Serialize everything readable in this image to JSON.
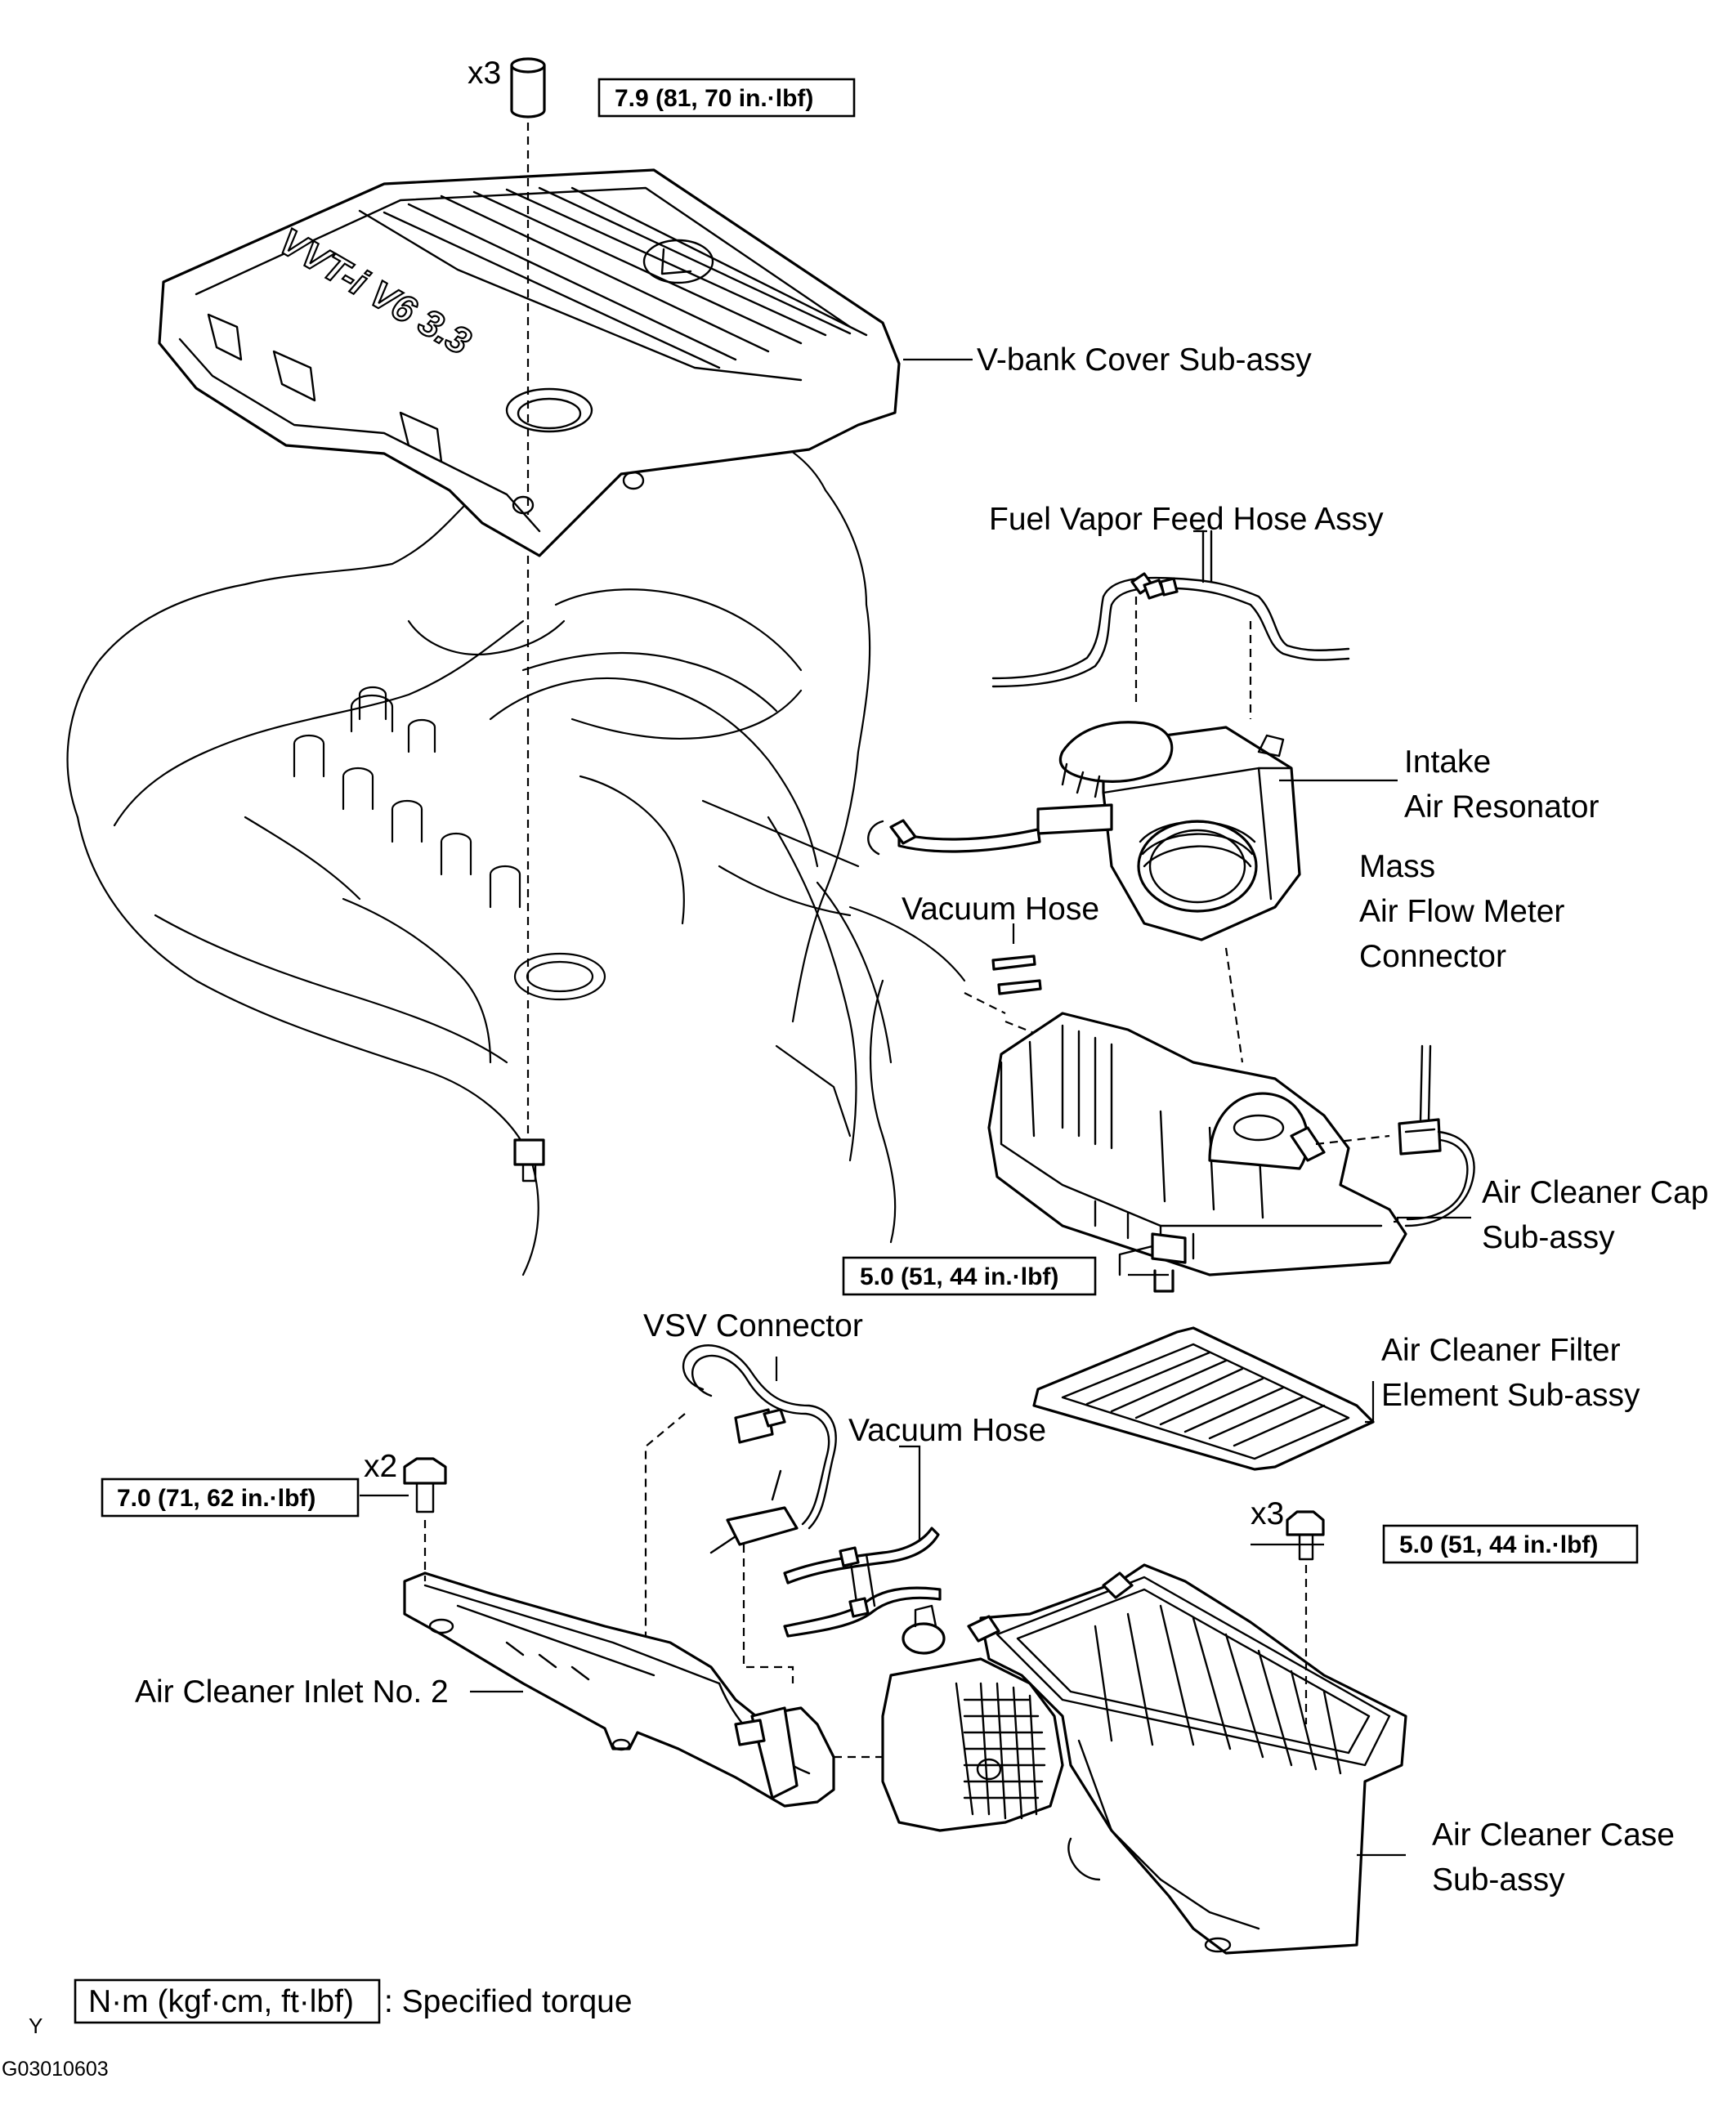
{
  "torque_specs": {
    "top_cover": {
      "qty": "x3",
      "value": "7.9 (81, 70 in.·lbf)"
    },
    "air_cleaner_cap": {
      "value": "5.0 (51, 44 in.·lbf)"
    },
    "inlet": {
      "qty": "x2",
      "value": "7.0 (71, 62 in.·lbf)"
    },
    "case": {
      "qty": "x3",
      "value": "5.0 (51, 44 in.·lbf)"
    }
  },
  "labels": {
    "v_bank_cover": "V-bank  Cover  Sub-assy",
    "fuel_vapor_hose": "Fuel Vapor Feed Hose Assy",
    "intake_resonator": [
      "Intake",
      "Air Resonator"
    ],
    "mass_air_flow": [
      "Mass",
      "Air Flow Meter",
      "Connector"
    ],
    "vacuum_hose_1": "Vacuum Hose",
    "air_cleaner_cap": [
      "Air Cleaner Cap",
      "Sub-assy"
    ],
    "vsv_connector": "VSV Connector",
    "air_cleaner_filter": [
      "Air Cleaner Filter",
      "Element  Sub-assy"
    ],
    "vacuum_hose_2": "Vacuum Hose",
    "air_cleaner_inlet": "Air Cleaner Inlet No. 2",
    "air_cleaner_case": [
      "Air Cleaner Case",
      "Sub-assy"
    ]
  },
  "cover_emblem": "VVT-i V6 3.3",
  "legend": {
    "box_text": "N·m (kgf·cm, ft·lbf)",
    "description": ": Specified torque"
  },
  "footer": {
    "mark": "Y",
    "code": "G03010603"
  }
}
